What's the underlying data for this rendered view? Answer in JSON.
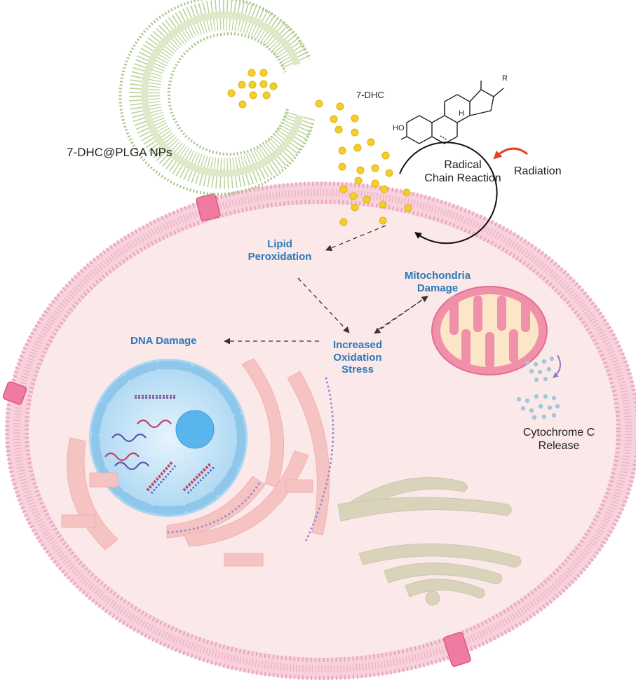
{
  "labels": {
    "nanoparticle": "7-DHC@PLGA NPs",
    "molecule": "7-DHC",
    "radical_1": "Radical",
    "radical_2": "Chain Reaction",
    "radiation": "Radiation",
    "lipid_1": "Lipid",
    "lipid_2": "Peroxidation",
    "mito_1": "Mitochondria",
    "mito_2": "Damage",
    "dna": "DNA Damage",
    "oxidation_1": "Increased",
    "oxidation_2": "Oxidation",
    "oxidation_3": "Stress",
    "cytochrome_1": "Cytochrome C",
    "cytochrome_2": "Release"
  },
  "structure_atoms": {
    "ho": "HO",
    "h": "H",
    "r": "R"
  },
  "colors": {
    "label_blue": "#2b78b8",
    "membrane_pink": "#f2b8c6",
    "cytoplasm": "#fbe9ea",
    "nucleus_blue": "#bfe2f7",
    "er_pink": "#f6c3c3",
    "golgi_tan": "#d9d3bc",
    "nanoparticle_green": "#a9c48a",
    "drug_yellow": "#f3cf2a",
    "radiation_arrow": "#e0422a"
  }
}
